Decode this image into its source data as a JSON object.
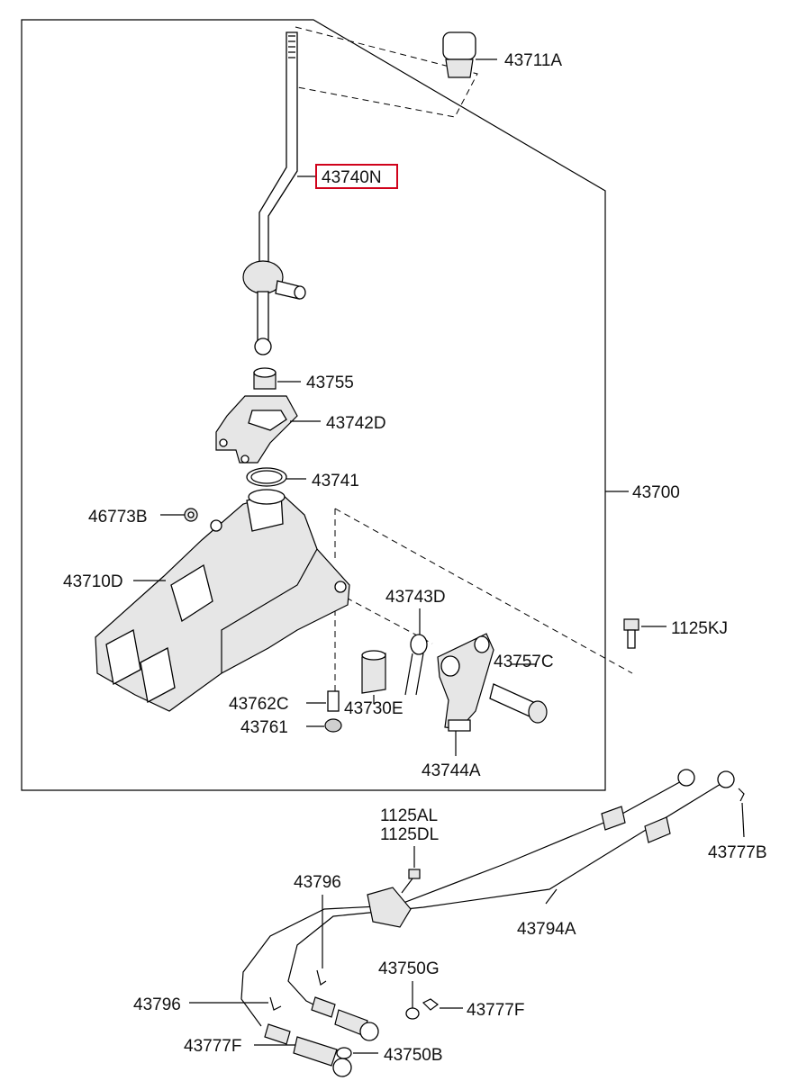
{
  "diagram": {
    "highlight_color": "#d0021b",
    "parts": {
      "p43711A": "43711A",
      "p43740N": "43740N",
      "p43755": "43755",
      "p43742D": "43742D",
      "p43741": "43741",
      "p43700": "43700",
      "p46773B": "46773B",
      "p43710D": "43710D",
      "p43743D": "43743D",
      "p1125KJ": "1125KJ",
      "p43757C": "43757C",
      "p43762C": "43762C",
      "p43730E": "43730E",
      "p43761": "43761",
      "p43744A": "43744A",
      "p1125AL": "1125AL",
      "p1125DL": "1125DL",
      "p43777B": "43777B",
      "p43796_top": "43796",
      "p43794A": "43794A",
      "p43750G": "43750G",
      "p43777F_right": "43777F",
      "p43796_left": "43796",
      "p43777F_left": "43777F",
      "p43750B": "43750B"
    }
  }
}
